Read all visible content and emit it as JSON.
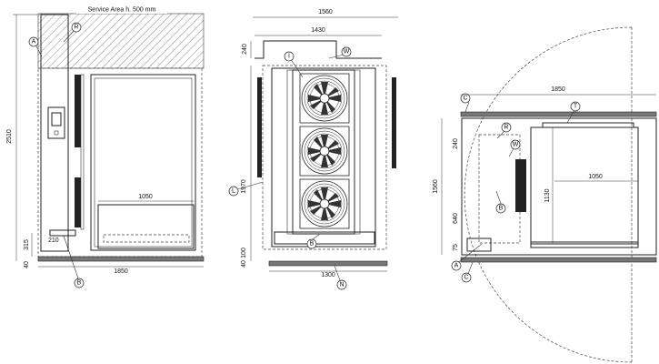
{
  "service_area_label": "Service Area h. 500 mm",
  "front_view": {
    "dims": {
      "height_total": "2510",
      "base": "315",
      "floor": "40",
      "door_left": "210",
      "inner_width": "1050",
      "width": "1850"
    },
    "markers": [
      "A",
      "R",
      "B"
    ]
  },
  "side_view": {
    "dims": {
      "top_width": "1560",
      "inner_width": "1430",
      "top_offset": "240",
      "height": "1970",
      "base_a": "100",
      "base_b": "40",
      "width": "1300"
    },
    "markers": [
      "W",
      "I",
      "L",
      "B",
      "N"
    ]
  },
  "plan_view": {
    "dims": {
      "width": "1850",
      "left_top": "240",
      "total": "1560",
      "left_mid": "640",
      "left_bottom": "75",
      "inner_h": "1130",
      "inner_w": "1050"
    },
    "markers": [
      "C",
      "T",
      "R",
      "W",
      "B",
      "A",
      "C"
    ]
  }
}
